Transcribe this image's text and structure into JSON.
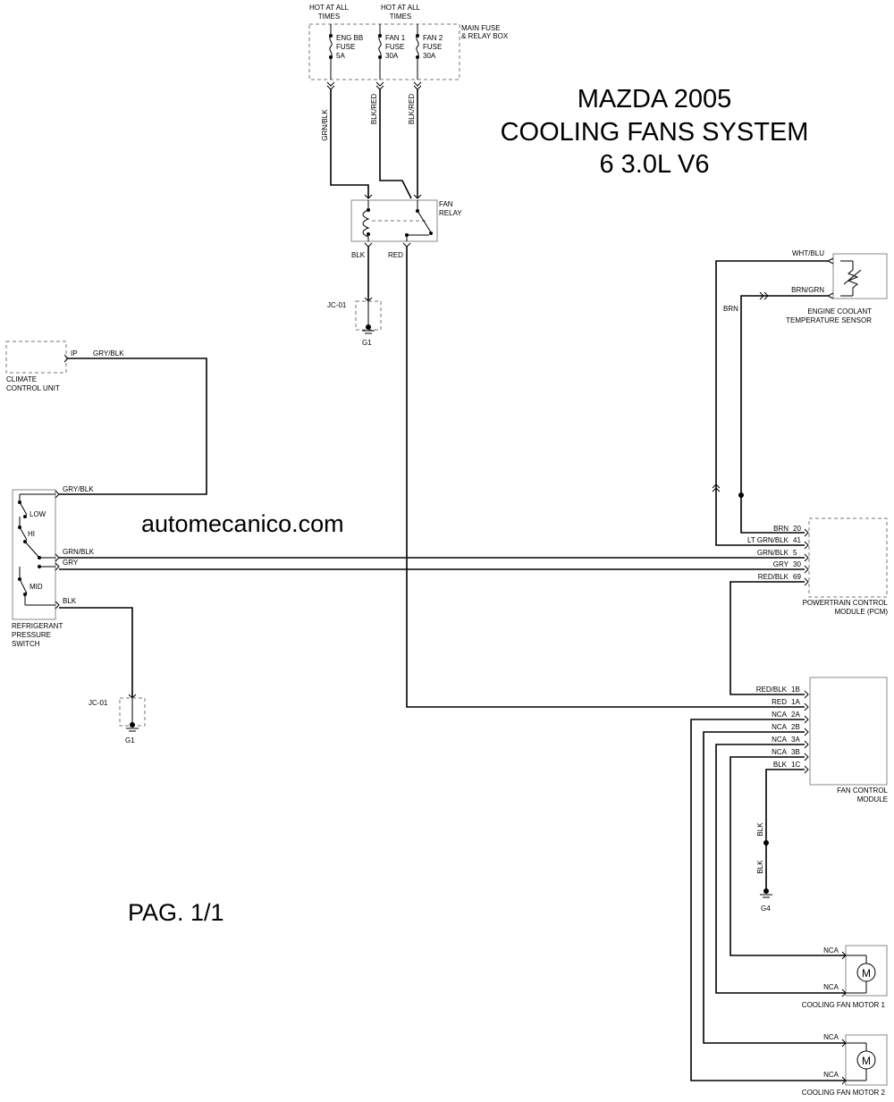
{
  "title": {
    "line1": "MAZDA 2005",
    "line2": "COOLING FANS SYSTEM",
    "line3": "6 3.0L V6"
  },
  "watermark": "automecanico.com",
  "page_label": "PAG. 1/1",
  "fuse_box": {
    "hot1": "HOT AT ALL",
    "hot1b": "TIMES",
    "hot2": "HOT AT ALL",
    "hot2b": "TIMES",
    "box_label1": "MAIN FUSE",
    "box_label2": "& RELAY BOX",
    "fuses": [
      {
        "l1": "ENG BB",
        "l2": "FUSE",
        "l3": "5A"
      },
      {
        "l1": "FAN 1",
        "l2": "FUSE",
        "l3": "30A"
      },
      {
        "l1": "FAN 2",
        "l2": "FUSE",
        "l3": "30A"
      }
    ]
  },
  "relay": {
    "label1": "FAN",
    "label2": "RELAY"
  },
  "ground_jc": "JC-01",
  "ground_g1": "G1",
  "ground_g4": "G4",
  "climate": {
    "label1": "CLIMATE",
    "label2": "CONTROL UNIT",
    "pin": "IP"
  },
  "switch": {
    "label1": "REFRIGERANT",
    "label2": "PRESSURE",
    "label3": "SWITCH",
    "low": "LOW",
    "hi": "HI",
    "mid": "MID"
  },
  "sensor": {
    "label1": "ENGINE COOLANT",
    "label2": "TEMPERATURE SENSOR"
  },
  "pcm": {
    "label1": "POWERTRAIN CONTROL",
    "label2": "MODULE (PCM)",
    "pins": [
      {
        "wire": "BRN",
        "pin": "20"
      },
      {
        "wire": "LT GRN/BLK",
        "pin": "41"
      },
      {
        "wire": "GRN/BLK",
        "pin": "5"
      },
      {
        "wire": "GRY",
        "pin": "30"
      },
      {
        "wire": "RED/BLK",
        "pin": "69"
      }
    ]
  },
  "fcm": {
    "label1": "FAN CONTROL",
    "label2": "MODULE",
    "pins": [
      {
        "wire": "RED/BLK",
        "pin": "1B"
      },
      {
        "wire": "RED",
        "pin": "1A"
      },
      {
        "wire": "NCA",
        "pin": "2A"
      },
      {
        "wire": "NCA",
        "pin": "2B"
      },
      {
        "wire": "NCA",
        "pin": "3A"
      },
      {
        "wire": "NCA",
        "pin": "3B"
      },
      {
        "wire": "BLK",
        "pin": "1C"
      }
    ]
  },
  "motor1": {
    "label": "COOLING FAN MOTOR 1",
    "top": "NCA",
    "bottom": "NCA",
    "symbol": "M"
  },
  "motor2": {
    "label": "COOLING FAN MOTOR 2",
    "top": "NCA",
    "bottom": "NCA",
    "symbol": "M"
  },
  "wires": {
    "grn_blk": "GRN/BLK",
    "blk_red_1": "BLK/RED",
    "blk_red_2": "BLK/RED",
    "relay_blk": "BLK",
    "relay_red": "RED",
    "wht_blu": "WHT/BLU",
    "brn_grn": "BRN/GRN",
    "brn": "BRN",
    "climate_gry_blk": "GRY/BLK",
    "switch_gry_blk": "GRY/BLK",
    "switch_grn_blk": "GRN/BLK",
    "switch_gry": "GRY",
    "switch_blk": "BLK",
    "g4_blk1": "BLK",
    "g4_blk2": "BLK"
  }
}
